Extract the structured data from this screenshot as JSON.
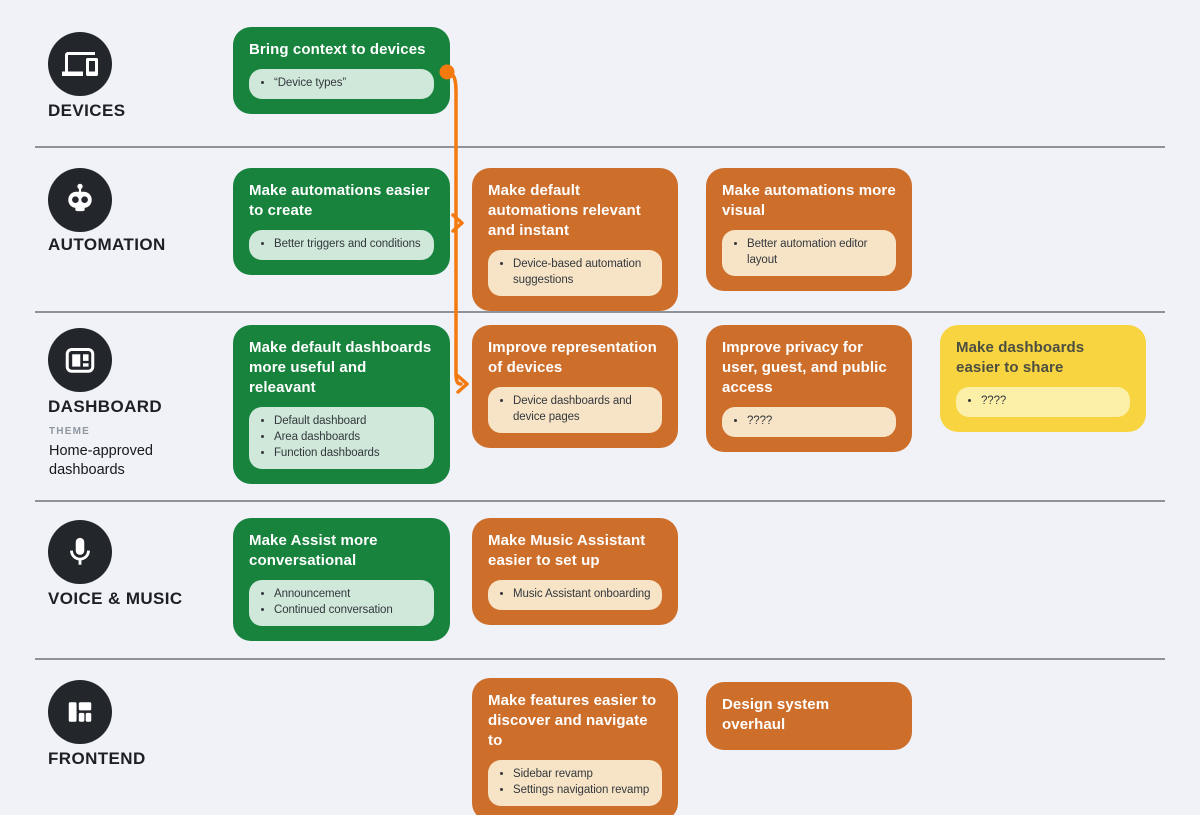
{
  "colors": {
    "background": "#f0f2f8",
    "icon_circle": "#23262b",
    "divider": "#8e939b",
    "label_text": "#1c1f23",
    "theme_caption_text": "#8f96a0",
    "green_card": "#17833d",
    "green_pill": "#cfe8da",
    "orange_card": "#ce6e2b",
    "orange_pill": "#f7e4c7",
    "yellow_card": "#f8d440",
    "yellow_pill": "#fcf0a9",
    "connector": "#f4790f"
  },
  "rows": [
    {
      "id": "devices",
      "label": "DEVICES",
      "icon": "devices-icon",
      "cards": [
        {
          "color": "green",
          "title": "Bring context to devices",
          "bullets": [
            "“Device types”"
          ]
        }
      ]
    },
    {
      "id": "automation",
      "label": "AUTOMATION",
      "icon": "robot-icon",
      "cards": [
        {
          "color": "green",
          "title": "Make automations easier to create",
          "bullets": [
            "Better triggers and conditions"
          ]
        },
        {
          "color": "orange",
          "title": "Make default automations relevant and instant",
          "bullets": [
            "Device-based automation suggestions"
          ]
        },
        {
          "color": "orange",
          "title": "Make automations more visual",
          "bullets": [
            "Better automation editor layout"
          ]
        }
      ]
    },
    {
      "id": "dashboard",
      "label": "DASHBOARD",
      "icon": "dashboard-icon",
      "theme_label": "THEME",
      "theme": "Home-approved dashboards",
      "cards": [
        {
          "color": "green",
          "title": "Make default dashboards more useful and releavant",
          "bullets": [
            "Default dashboard",
            "Area dashboards",
            "Function dashboards"
          ]
        },
        {
          "color": "orange",
          "title": "Improve representation of devices",
          "bullets": [
            "Device dashboards and device pages"
          ]
        },
        {
          "color": "orange",
          "title": "Improve privacy for user, guest, and public access",
          "bullets": [
            "????"
          ]
        },
        {
          "color": "yellow",
          "title": "Make dashboards easier to share",
          "bullets": [
            "????"
          ]
        }
      ]
    },
    {
      "id": "voice-music",
      "label": "VOICE & MUSIC",
      "icon": "microphone-icon",
      "cards": [
        {
          "color": "green",
          "title": "Make Assist more conversational",
          "bullets": [
            "Announcement",
            "Continued conversation"
          ]
        },
        {
          "color": "orange",
          "title": "Make Music Assistant easier to set up",
          "bullets": [
            "Music Assistant onboarding"
          ]
        }
      ]
    },
    {
      "id": "frontend",
      "label": "FRONTEND",
      "icon": "layout-icon",
      "cards": [
        {
          "color": "orange",
          "title": "Make features easier to discover and navigate to",
          "bullets": [
            "Sidebar revamp",
            "Settings navigation revamp"
          ]
        },
        {
          "color": "orange",
          "title": "Design system overhaul",
          "bullets": []
        }
      ]
    }
  ],
  "connector": {
    "from": "Bring context to devices",
    "to": [
      "Make default automations relevant and instant",
      "Improve representation of devices"
    ]
  }
}
